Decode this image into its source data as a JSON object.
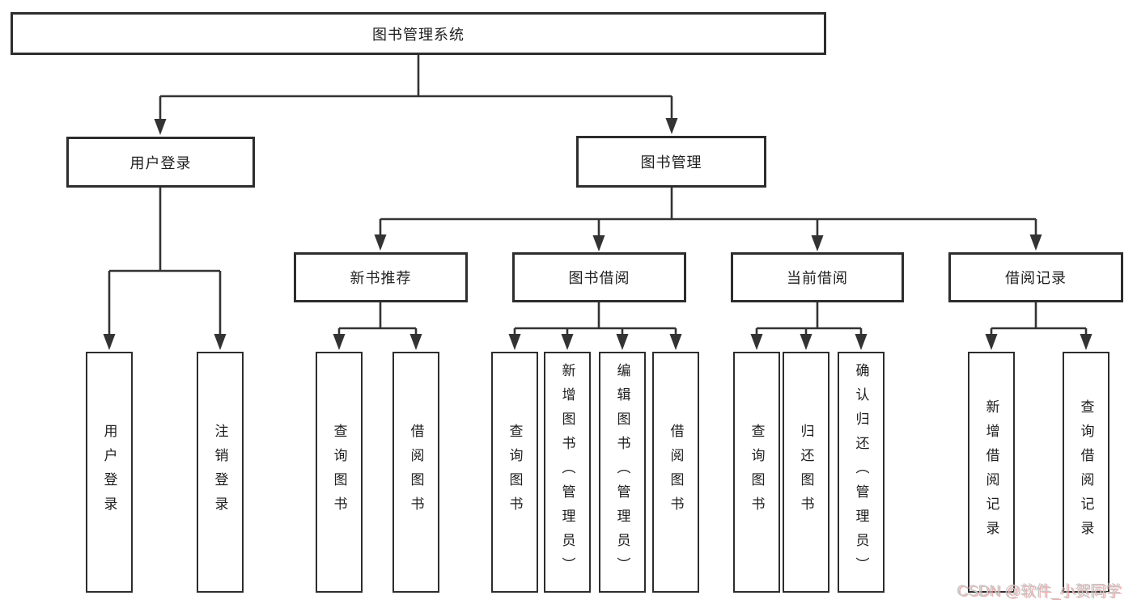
{
  "colors": {
    "background": "#ffffff",
    "line": "#333333",
    "box_border": "#2d2d2d",
    "box_fill": "#ffffff",
    "text": "#1e1e1e",
    "watermark_text": "#c8c8c8",
    "watermark_shadow": "#e89696"
  },
  "tree": {
    "root": "图书管理系统",
    "level1": {
      "user_login": "用户登录",
      "book_management": "图书管理"
    },
    "level2": {
      "new_book_recommend": "新书推荐",
      "book_borrow": "图书借阅",
      "current_borrow": "当前借阅",
      "borrow_records": "借阅记录"
    },
    "leaves": {
      "user": [
        "用户登录",
        "注销登录"
      ],
      "recommend": [
        "查询图书",
        "借阅图书"
      ],
      "borrow": [
        "查询图书",
        "新增图书（管理员）",
        "编辑图书（管理员）",
        "借阅图书"
      ],
      "current": [
        "查询图书",
        "归还图书",
        "确认归还（管理员）"
      ],
      "records": [
        "新增借阅记录",
        "查询借阅记录"
      ]
    }
  },
  "watermark": "CSDN @软件_小贺同学"
}
